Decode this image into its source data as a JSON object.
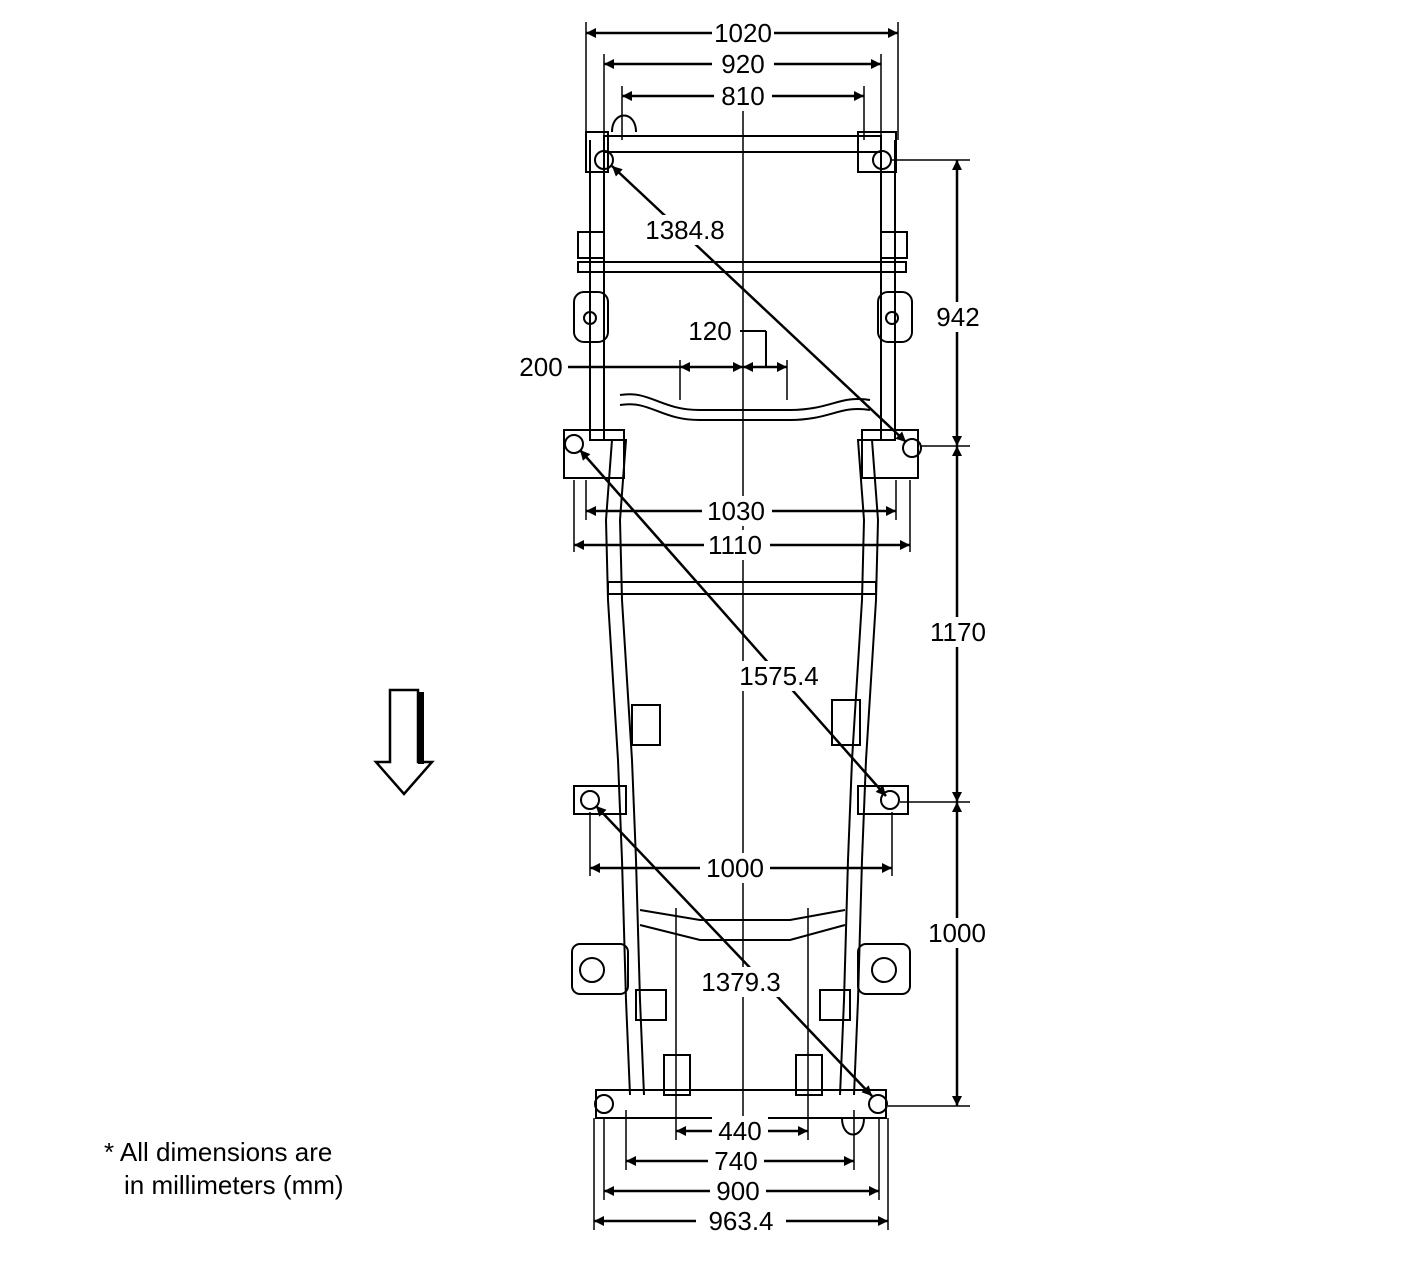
{
  "dimensions": {
    "top_width_outer": "1020",
    "top_width_mid": "920",
    "top_width_inner": "810",
    "front_diagonal": "1384.8",
    "front_length": "942",
    "offset_120": "120",
    "offset_200": "200",
    "width_1030": "1030",
    "width_1110": "1110",
    "mid_length": "1170",
    "mid_diagonal": "1575.4",
    "width_1000": "1000",
    "rear_length": "1000",
    "rear_diagonal": "1379.3",
    "bottom_440": "440",
    "bottom_740": "740",
    "bottom_900": "900",
    "bottom_963": "963.4"
  },
  "note": {
    "asterisk": "*",
    "line1": "All dimensions are",
    "line2": "in millimeters (mm)"
  },
  "icons": {
    "direction": "down-arrow-icon"
  }
}
